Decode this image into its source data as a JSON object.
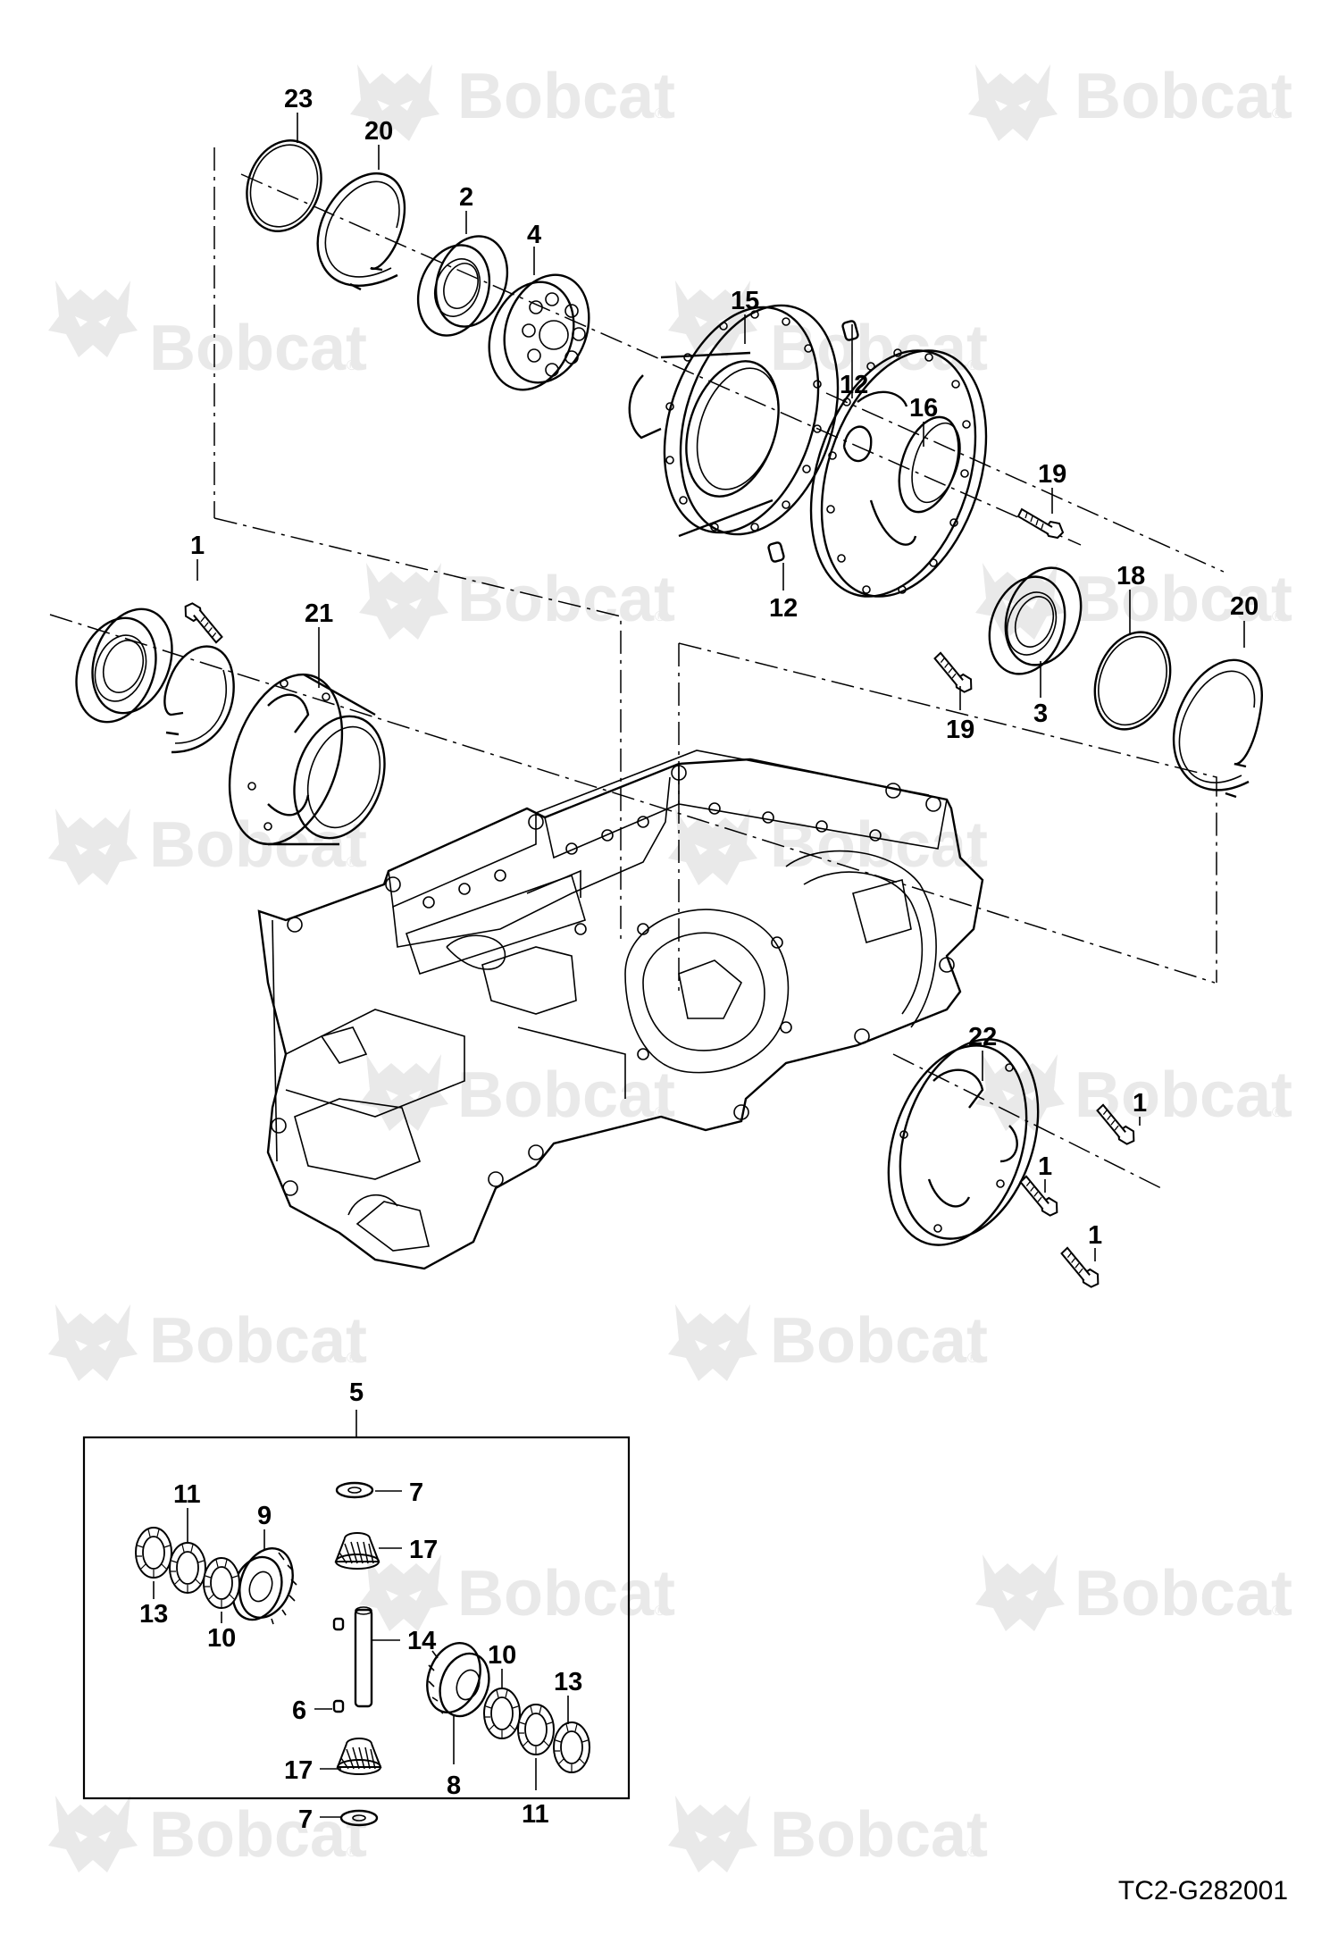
{
  "watermark": {
    "text": "Bobcat",
    "registered_mark": "®",
    "logo_icon": "bobcat-head-logo-icon",
    "color": "#e9e9e9"
  },
  "drawing_ref": "TC2-G282001",
  "callouts": {
    "c23": "23",
    "c20a": "20",
    "c2": "2",
    "c4": "4",
    "c15": "15",
    "c12a": "12",
    "c16": "16",
    "c19a": "19",
    "c12b": "12",
    "c1a": "1",
    "c21": "21",
    "c18": "18",
    "c20b": "20",
    "c19b": "19",
    "c3": "3",
    "c22": "22",
    "c1b": "1",
    "c1c": "1",
    "c1d": "1",
    "c5": "5",
    "c11a": "11",
    "c7a": "7",
    "c9": "9",
    "c17a": "17",
    "c13a": "13",
    "c10a": "10",
    "c14": "14",
    "c6": "6",
    "c10b": "10",
    "c13b": "13",
    "c17b": "17",
    "c8": "8",
    "c7b": "7",
    "c11b": "11"
  },
  "colors": {
    "line": "#000000",
    "background": "#ffffff"
  }
}
